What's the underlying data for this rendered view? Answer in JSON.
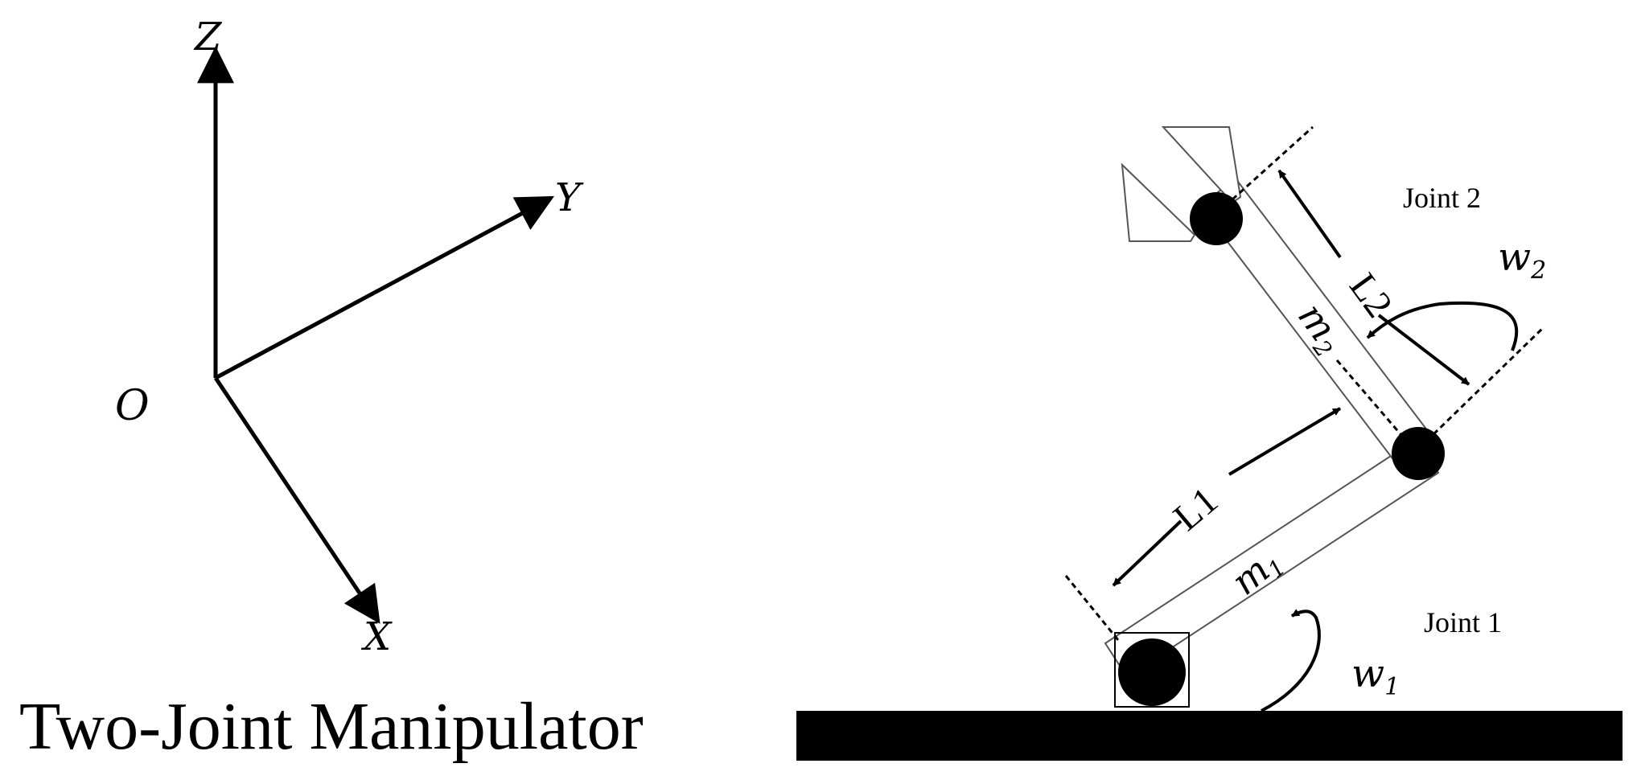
{
  "coordinate_frame": {
    "origin_label": "O",
    "x_label": "X",
    "y_label": "Y",
    "z_label": "Z"
  },
  "manipulator": {
    "joint1_label": "Joint 1",
    "joint2_label": "Joint 2",
    "link1_length_label": "L1",
    "link2_length_label": "L2",
    "link1_mass_label": {
      "base": "m",
      "sub": "1"
    },
    "link2_mass_label": {
      "base": "m",
      "sub": "2"
    },
    "joint1_rate_label": {
      "base": "w",
      "sub": "1"
    },
    "joint2_rate_label": {
      "base": "w",
      "sub": "2"
    }
  },
  "caption": "Two-Joint Manipulator"
}
